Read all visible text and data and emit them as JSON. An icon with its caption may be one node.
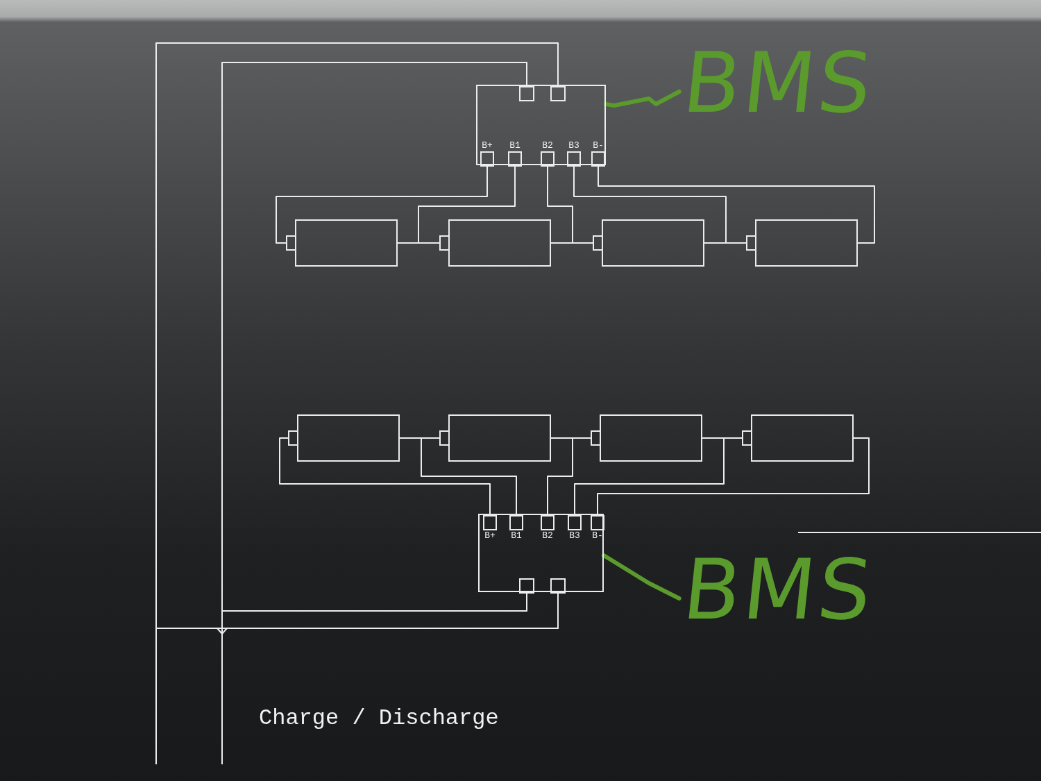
{
  "diagram": {
    "nodes": [
      {
        "text": [],
        "shape": "box"
      },
      {
        "text": [
          "B+"
        ],
        "in": 0
      },
      {
        "text": [
          "B1"
        ],
        "in": 0
      },
      {
        "text": [
          "B2"
        ],
        "in": 0
      },
      {
        "text": [
          "B3"
        ],
        "in": 0
      },
      {
        "text": [
          "B-"
        ],
        "in": 0
      },
      {
        "text": [],
        "shape": "box",
        "in": 0
      },
      {
        "text": [],
        "shape": "box",
        "in": 0
      },
      {
        "text": [],
        "shape": "battery"
      },
      {
        "text": [],
        "shape": "battery"
      },
      {
        "text": [],
        "shape": "battery"
      },
      {
        "text": [],
        "shape": "battery"
      },
      {
        "text": [],
        "shape": "box"
      },
      {
        "text": [
          "B+"
        ],
        "in": 12
      },
      {
        "text": [
          "B1"
        ],
        "in": 12
      },
      {
        "text": [
          "B2"
        ],
        "in": 12
      },
      {
        "text": [
          "B3"
        ],
        "in": 12
      },
      {
        "text": [
          "B-"
        ],
        "in": 12
      },
      {
        "text": [],
        "shape": "box",
        "in": 12
      },
      {
        "text": [],
        "shape": "box",
        "in": 12
      },
      {
        "text": [],
        "shape": "battery"
      },
      {
        "text": [],
        "shape": "battery"
      },
      {
        "text": [],
        "shape": "battery"
      },
      {
        "text": [],
        "shape": "battery"
      },
      {
        "text": [
          "BMS"
        ]
      },
      {
        "text": [
          "BMS"
        ]
      }
    ],
    "edges": [
      {
        "from": 24,
        "to": 0,
        "arrow": "none",
        "style": "thick",
        "color": "#5b9a2c"
      },
      {
        "from": 25,
        "to": 12,
        "arrow": "none",
        "style": "thick",
        "color": "#5b9a2c"
      },
      {
        "from": 1,
        "to": 8,
        "arrow": "none"
      },
      {
        "from": 8,
        "to": 9,
        "arrow": "none"
      },
      {
        "from": 2,
        "to": 9,
        "arrow": "none"
      },
      {
        "from": 9,
        "to": 10,
        "arrow": "none"
      },
      {
        "from": 3,
        "to": 10,
        "arrow": "none"
      },
      {
        "from": 10,
        "to": 11,
        "arrow": "none"
      },
      {
        "from": 4,
        "to": 11,
        "arrow": "none"
      },
      {
        "from": 5,
        "to": 11,
        "arrow": "none"
      },
      {
        "from": 13,
        "to": 20,
        "arrow": "none"
      },
      {
        "from": 20,
        "to": 21,
        "arrow": "none"
      },
      {
        "from": 14,
        "to": 21,
        "arrow": "none"
      },
      {
        "from": 21,
        "to": 22,
        "arrow": "none"
      },
      {
        "from": 15,
        "to": 22,
        "arrow": "none"
      },
      {
        "from": 22,
        "to": 23,
        "arrow": "none"
      },
      {
        "from": 16,
        "to": 23,
        "arrow": "none"
      },
      {
        "from": 17,
        "to": 23,
        "arrow": "none"
      },
      {
        "from": 6,
        "to": 18,
        "arrow": "none"
      },
      {
        "from": 7,
        "to": 19,
        "arrow": "none"
      },
      {
        "from": 18,
        "to": null,
        "arrow": "none"
      },
      {
        "from": 19,
        "to": null,
        "arrow": "none"
      }
    ],
    "labels": [
      "Charge / Discharge"
    ]
  }
}
